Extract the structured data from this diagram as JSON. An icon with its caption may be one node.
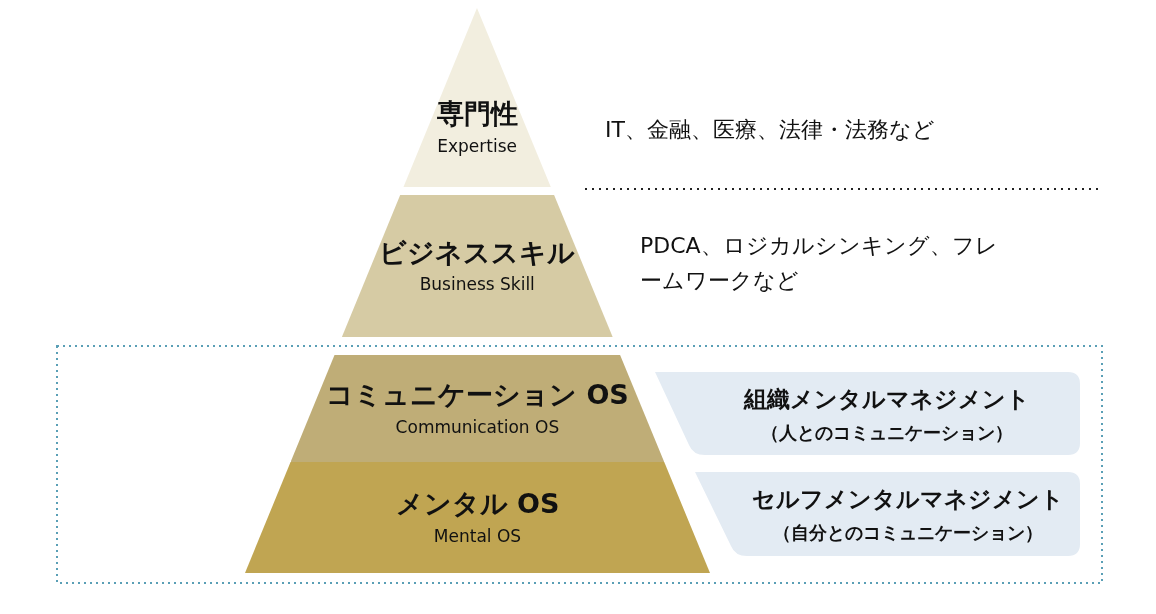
{
  "diagram": {
    "nodes": [
      {
        "text": [
          "専門性",
          "Expertise"
        ],
        "beside": [
          "IT、金融、医療、法律・法務など"
        ]
      },
      {
        "text": [
          "ビジネススキル",
          "Business Skill"
        ],
        "beside": [
          "PDCA、ロジカルシンキング、フレームワークなど"
        ]
      },
      {
        "text": [
          "コミュニケーション OS",
          "Communication OS"
        ]
      },
      {
        "text": [
          "メンタル OS",
          "Mental OS"
        ]
      },
      {
        "text": [
          "組織メンタルマネジメント",
          "（人とのコミュニケーション）"
        ]
      },
      {
        "text": [
          "セルフメンタルマネジメント",
          "（自分とのコミュニケーション）"
        ]
      }
    ]
  }
}
